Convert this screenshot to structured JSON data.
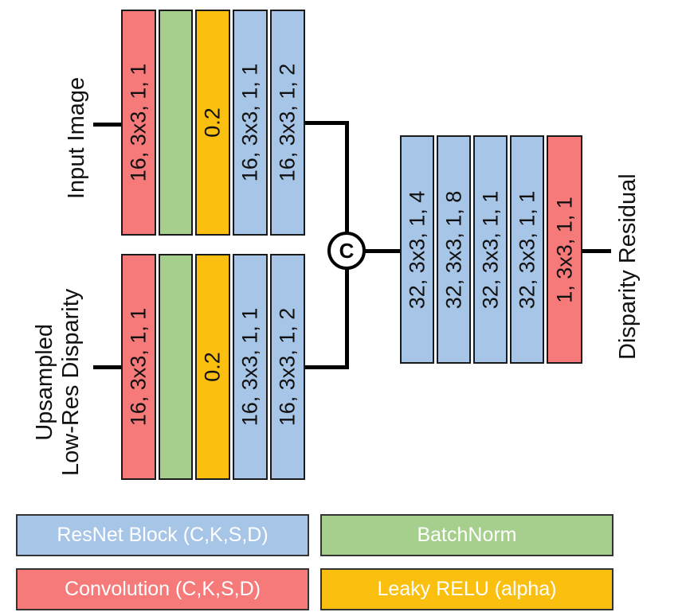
{
  "inputs": {
    "top_label": "Input Image",
    "bottom_label_line1": "Upsampled",
    "bottom_label_line2": "Low-Res Disparity"
  },
  "top_branch": [
    {
      "type": "conv",
      "text": "16, 3x3, 1, 1"
    },
    {
      "type": "batchnorm",
      "text": ""
    },
    {
      "type": "leaky_relu",
      "text": "0.2"
    },
    {
      "type": "resnet",
      "text": "16, 3x3, 1, 1"
    },
    {
      "type": "resnet",
      "text": "16, 3x3, 1, 2"
    }
  ],
  "bottom_branch": [
    {
      "type": "conv",
      "text": "16, 3x3, 1, 1"
    },
    {
      "type": "batchnorm",
      "text": ""
    },
    {
      "type": "leaky_relu",
      "text": "0.2"
    },
    {
      "type": "resnet",
      "text": "16, 3x3, 1, 1"
    },
    {
      "type": "resnet",
      "text": "16, 3x3, 1, 2"
    }
  ],
  "concat_symbol": "C",
  "merged_branch": [
    {
      "type": "resnet",
      "text": "32, 3x3, 1, 4"
    },
    {
      "type": "resnet",
      "text": "32, 3x3, 1, 8"
    },
    {
      "type": "resnet",
      "text": "32, 3x3, 1, 1"
    },
    {
      "type": "resnet",
      "text": "32, 3x3, 1, 1"
    },
    {
      "type": "conv",
      "text": "1, 3x3, 1, 1"
    }
  ],
  "output_label": "Disparity Residual",
  "legend": [
    {
      "type": "resnet",
      "label": "ResNet Block (C,K,S,D)"
    },
    {
      "type": "batchnorm",
      "label": "BatchNorm"
    },
    {
      "type": "conv",
      "label": "Convolution (C,K,S,D)"
    },
    {
      "type": "leaky_relu",
      "label": "Leaky RELU (alpha)"
    }
  ],
  "colors": {
    "resnet": "#a7c5e6",
    "batchnorm": "#a6cf8d",
    "leaky_relu": "#fbbf10",
    "conv": "#f77a7a"
  }
}
